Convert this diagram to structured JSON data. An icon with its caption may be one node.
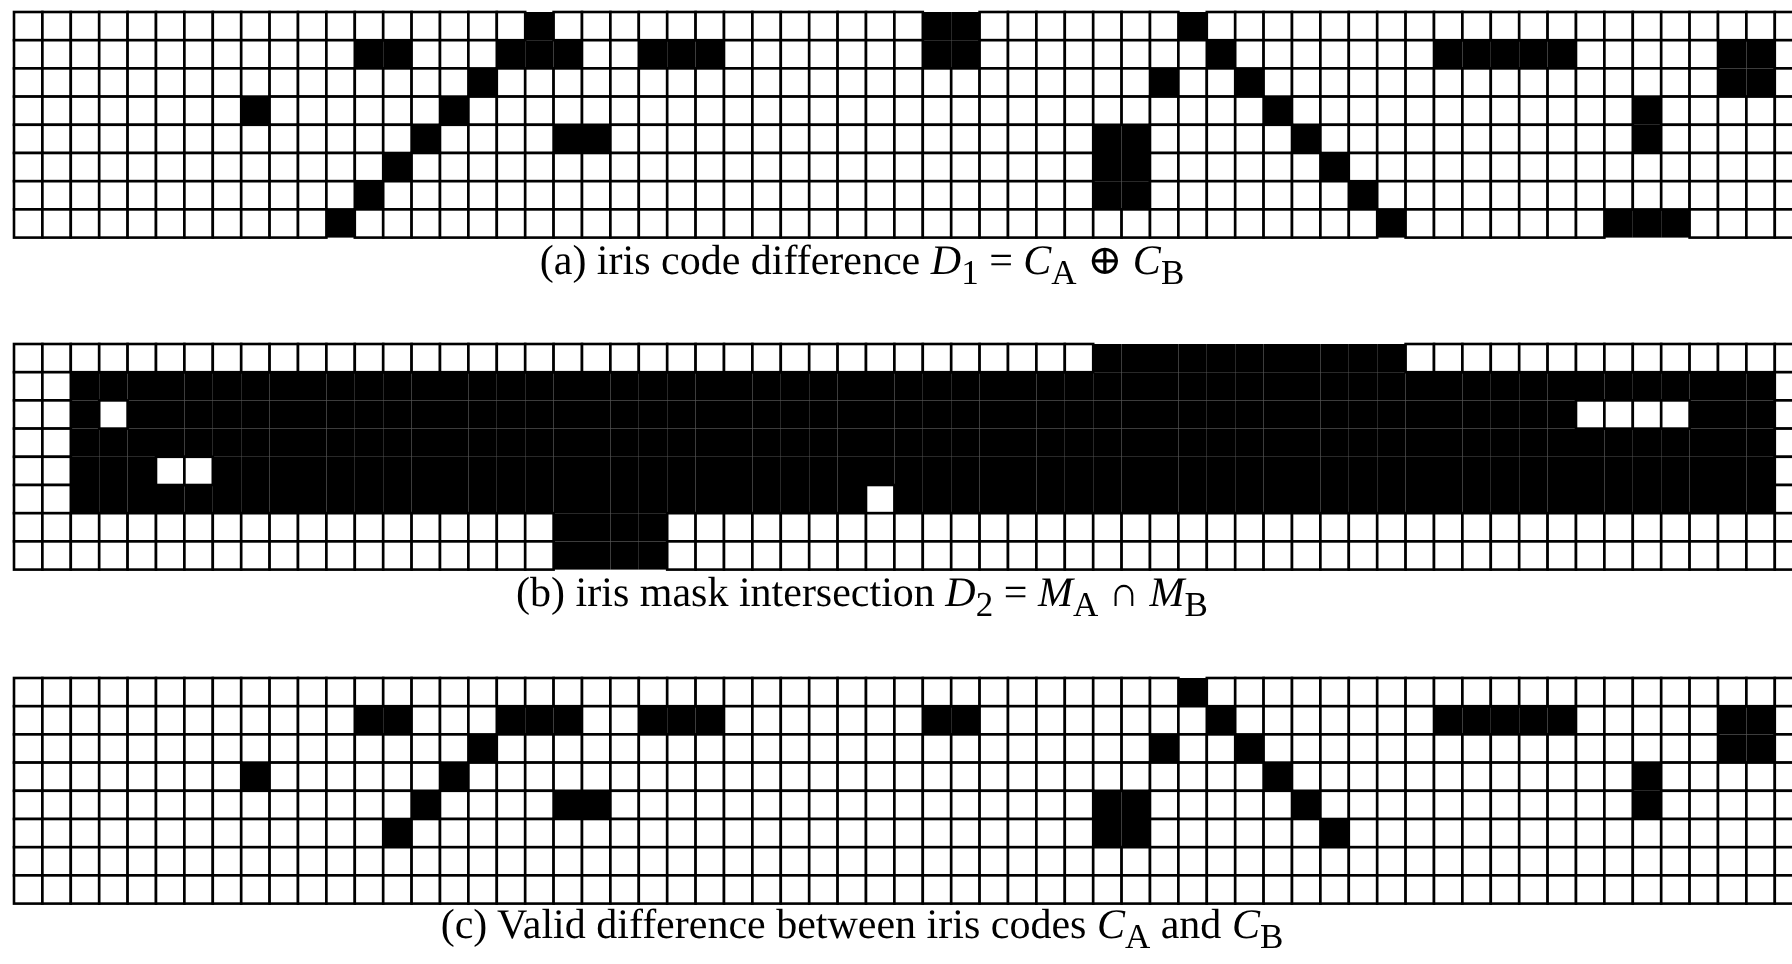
{
  "diagram": {
    "labels": [
      "(a) iris code difference *D*$_{1}$ = *C*$_{A}$ ⊕ *C*$_{B}$",
      "(b) iris mask intersection *D*$_{2}$ = *M*$_{A}$ ∩ *M*$_{B}$",
      "(c) Valid difference between iris codes *C*$_{A}$ and *C*$_{B}$"
    ]
  }
}
